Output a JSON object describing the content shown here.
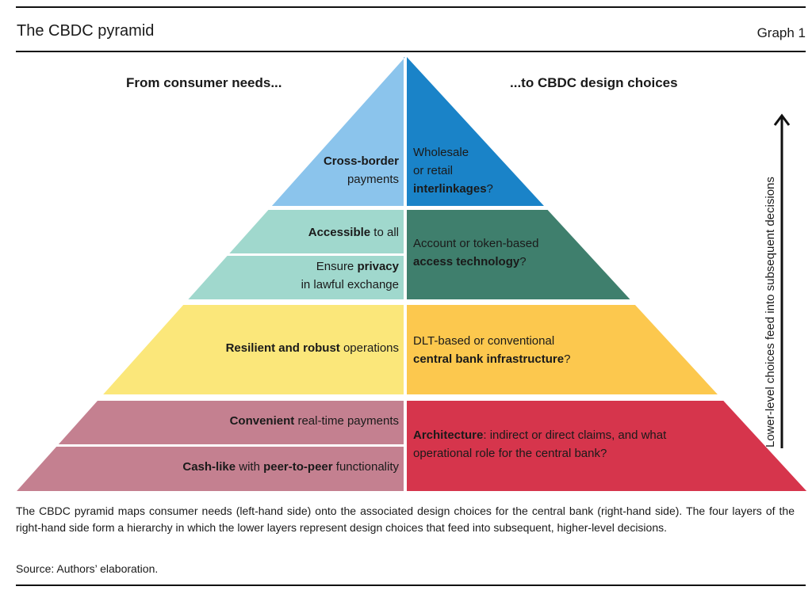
{
  "header": {
    "title": "The CBDC pyramid",
    "graph_label": "Graph 1"
  },
  "headings": {
    "left": "From consumer needs...",
    "right": "...to CBDC design choices"
  },
  "colors": {
    "layer1_left": "#8bc4ec",
    "layer1_right": "#1a83c8",
    "layer2_left": "#a0d8cd",
    "layer2_right": "#3f7f6d",
    "layer3_left": "#fbe77a",
    "layer3_right": "#fcc84e",
    "layer4_left": "#c48090",
    "layer4_right": "#d6354c"
  },
  "layers": [
    {
      "left": [
        [
          {
            "t": "Cross-border",
            "b": true
          }
        ],
        [
          {
            "t": "payments",
            "b": false
          }
        ]
      ],
      "right": [
        [
          {
            "t": "Wholesale",
            "b": false
          }
        ],
        [
          {
            "t": "or retail",
            "b": false
          }
        ],
        [
          {
            "t": "interlinkages",
            "b": true
          },
          {
            "t": "?",
            "b": false
          }
        ]
      ]
    },
    {
      "left": [
        [
          {
            "t": "Accessible",
            "b": true
          },
          {
            "t": " to all",
            "b": false
          }
        ],
        [
          {
            "t": "Ensure ",
            "b": false
          },
          {
            "t": "privacy",
            "b": true
          }
        ],
        [
          {
            "t": "in lawful exchange",
            "b": false
          }
        ]
      ],
      "right": [
        [
          {
            "t": "Account or token-based",
            "b": false
          }
        ],
        [
          {
            "t": "access technology",
            "b": true
          },
          {
            "t": "?",
            "b": false
          }
        ]
      ]
    },
    {
      "left": [
        [
          {
            "t": "Resilient and robust",
            "b": true
          },
          {
            "t": " operations",
            "b": false
          }
        ]
      ],
      "right": [
        [
          {
            "t": "DLT-based or conventional",
            "b": false
          }
        ],
        [
          {
            "t": "central bank infrastructure",
            "b": true
          },
          {
            "t": "?",
            "b": false
          }
        ]
      ]
    },
    {
      "left": [
        [
          {
            "t": "Convenient",
            "b": true
          },
          {
            "t": " real-time payments",
            "b": false
          }
        ],
        [
          {
            "t": "Cash-like",
            "b": true
          },
          {
            "t": " with ",
            "b": false
          },
          {
            "t": "peer-to-peer",
            "b": true
          },
          {
            "t": " functionality",
            "b": false
          }
        ]
      ],
      "right": [
        [
          {
            "t": "Architecture",
            "b": true
          },
          {
            "t": ": indirect or direct claims, and what",
            "b": false
          }
        ],
        [
          {
            "t": "operational role for the central bank?",
            "b": false
          }
        ]
      ]
    }
  ],
  "arrow": {
    "icon": "arrow-up-icon",
    "label": "Lower-level choices feed into subsequent decisions"
  },
  "caption": "The CBDC pyramid maps consumer needs (left-hand side) onto the associated design choices for the central bank (right-hand side). The four layers of the right-hand side form a hierarchy in which the lower layers represent design choices that feed into subsequent, higher-level decisions.",
  "source": "Source: Authors’ elaboration."
}
